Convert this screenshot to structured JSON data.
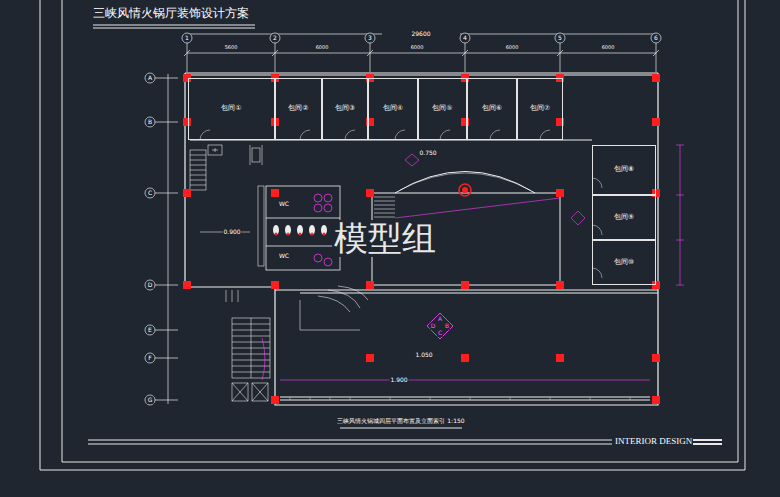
{
  "diagram": {
    "title": "三峡风情火锅厅装饰设计方案",
    "caption": "三峡风情火锅城四层平面布置及立面索引 1:150",
    "nodes": [
      {
        "text": [
          "包间①"
        ]
      },
      {
        "text": [
          "包间②"
        ]
      },
      {
        "text": [
          "包间③"
        ]
      },
      {
        "text": [
          "包间④"
        ]
      },
      {
        "text": [
          "包间⑤"
        ]
      },
      {
        "text": [
          "包间⑥"
        ]
      },
      {
        "text": [
          "包间⑦"
        ]
      },
      {
        "text": [
          "包间⑧"
        ]
      },
      {
        "text": [
          "包间⑨"
        ]
      },
      {
        "text": [
          "包间⑩"
        ]
      }
    ],
    "labels": [
      "INTERIOR DESIGN",
      "模型组",
      "0.750",
      "0.900",
      "1.050",
      "1.900",
      "WC",
      "WC",
      "A",
      "B",
      "C",
      "D",
      "1",
      "2",
      "3",
      "4",
      "5",
      "6",
      "A",
      "B",
      "C",
      "D",
      "E",
      "F",
      "G",
      "5600",
      "6000",
      "6000",
      "6000",
      "6000",
      "29600"
    ]
  }
}
